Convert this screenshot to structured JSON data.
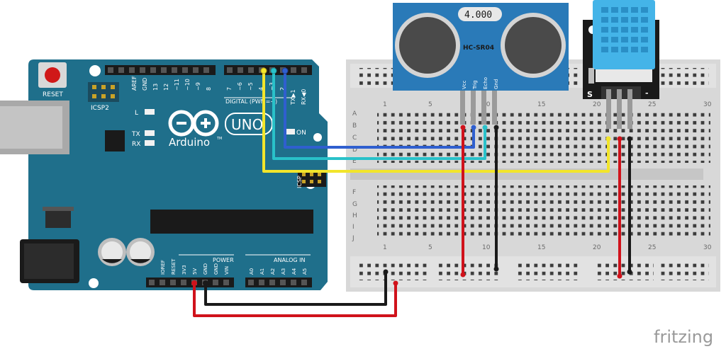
{
  "colors": {
    "arduino_board": "#1f6f8b",
    "sensor_board": "#2a7ab8",
    "breadboard": "#d6d6d6",
    "wire_red": "#d0121b",
    "wire_black": "#1a1a1a",
    "wire_yellow": "#f2e52b",
    "wire_blue": "#2f5fcf",
    "wire_cyan": "#29c1c9",
    "dht_blue": "#44b4e8"
  },
  "arduino": {
    "reset_label": "RESET",
    "icsp2_label": "ICSP2",
    "icsp_label": "ICSP",
    "led_l": "L",
    "led_tx": "TX",
    "led_rx": "RX",
    "led_on": "ON",
    "logo_text": "Arduino",
    "logo_tm": "TM",
    "uno_label": "UNO",
    "digital_label": "DIGITAL (PWM=",
    "digital_tilde": "~",
    "digital_close": ")",
    "pin_aref": "AREF",
    "pin_gnd_top": "GND",
    "top_pins": [
      "13",
      "12",
      "~11",
      "~10",
      "~9",
      "8",
      "7",
      "~6",
      "~5",
      "4",
      "~3",
      "2",
      "TX▶1",
      "RX◀0"
    ],
    "power_label": "POWER",
    "analog_label": "ANALOG IN",
    "power_pins": [
      "IOREF",
      "RESET",
      "3V3",
      "5V",
      "GND",
      "GND",
      "VIN"
    ],
    "analog_pins": [
      "A0",
      "A1",
      "A2",
      "A3",
      "A4",
      "A5"
    ]
  },
  "hcsr04": {
    "model": "HC-SR04",
    "display": "4.000",
    "pins": [
      "Vcc",
      "Trig",
      "Echo",
      "Gnd"
    ]
  },
  "dht": {
    "label_s": "S",
    "label_minus": "-"
  },
  "breadboard": {
    "col_numbers_top": [
      "1",
      "5",
      "10",
      "15",
      "20",
      "25",
      "30"
    ],
    "col_numbers_bottom": [
      "1",
      "5",
      "10",
      "15",
      "20",
      "25",
      "30"
    ],
    "rows_top": [
      "A",
      "B",
      "C",
      "D",
      "E"
    ],
    "rows_bottom": [
      "F",
      "G",
      "H",
      "I",
      "J"
    ]
  },
  "watermark": "fritzing"
}
